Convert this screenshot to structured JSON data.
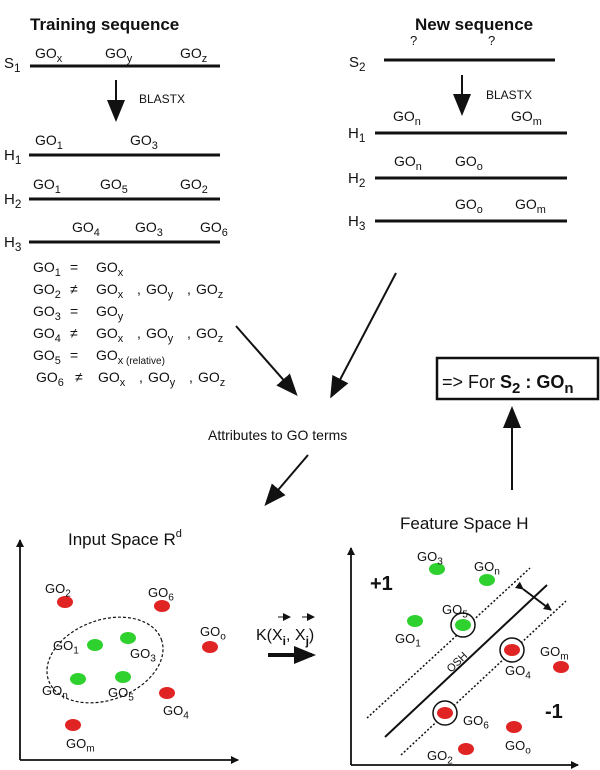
{
  "training": {
    "title": "Training sequence",
    "s_label": "S",
    "s_sub": "1",
    "s_terms": [
      {
        "b": "GO",
        "s": "x"
      },
      {
        "b": "GO",
        "s": "y"
      },
      {
        "b": "GO",
        "s": "z"
      }
    ],
    "method": "BLASTX",
    "hits": [
      {
        "label": "H",
        "sub": "1",
        "terms": [
          {
            "b": "GO",
            "s": "1"
          },
          {
            "b": "GO",
            "s": "3"
          }
        ]
      },
      {
        "label": "H",
        "sub": "2",
        "terms": [
          {
            "b": "GO",
            "s": "1"
          },
          {
            "b": "GO",
            "s": "5"
          },
          {
            "b": "GO",
            "s": "2"
          }
        ]
      },
      {
        "label": "H",
        "sub": "3",
        "terms": [
          {
            "b": "GO",
            "s": "4"
          },
          {
            "b": "GO",
            "s": "3"
          },
          {
            "b": "GO",
            "s": "6"
          }
        ]
      }
    ],
    "relations": [
      {
        "lhs": "1",
        "op": "=",
        "rhs": "GOx",
        "color": "#2ed12e"
      },
      {
        "lhs": "2",
        "op": "≠",
        "rhs": "GOx, GOy, GOz",
        "color": "#e02424"
      },
      {
        "lhs": "3",
        "op": "=",
        "rhs": "GOy",
        "color": "#2ed12e"
      },
      {
        "lhs": "4",
        "op": "≠",
        "rhs": "GOx, GOy, GOz",
        "color": "#e02424"
      },
      {
        "lhs": "5",
        "op": "=",
        "rhs": "GOx (relative)",
        "color": "#2ed12e"
      },
      {
        "lhs": "6",
        "op": "≠",
        "rhs": "GOx, GOy, GOz",
        "color": "#e02424"
      }
    ]
  },
  "new": {
    "title": "New sequence",
    "s_label": "S",
    "s_sub": "2",
    "unknown": [
      "?",
      "?"
    ],
    "method": "BLASTX",
    "hits": [
      {
        "label": "H",
        "sub": "1",
        "terms": [
          {
            "b": "GO",
            "s": "n"
          },
          {
            "b": "GO",
            "s": "m"
          }
        ]
      },
      {
        "label": "H",
        "sub": "2",
        "terms": [
          {
            "b": "GO",
            "s": "n"
          },
          {
            "b": "GO",
            "s": "o"
          }
        ]
      },
      {
        "label": "H",
        "sub": "3",
        "terms": [
          {
            "b": "GO",
            "s": "o"
          },
          {
            "b": "GO",
            "s": "m"
          }
        ]
      }
    ]
  },
  "middle": {
    "attributes_label": "Attributes to GO terms"
  },
  "result": {
    "prefix": "=> For ",
    "seq": "S",
    "seq_sub": "2",
    "sep": " : ",
    "go": "GO",
    "go_sub": "n"
  },
  "kernel": {
    "label": "K(X",
    "i": "i",
    "j": "j"
  },
  "input_space": {
    "title": "Input Space R",
    "sup": "d",
    "points": [
      {
        "name": "2",
        "class": "neg"
      },
      {
        "name": "6",
        "class": "neg"
      },
      {
        "name": "1",
        "class": "pos"
      },
      {
        "name": "3",
        "class": "pos"
      },
      {
        "name": "o",
        "class": "neg"
      },
      {
        "name": "n",
        "class": "pos"
      },
      {
        "name": "5",
        "class": "pos"
      },
      {
        "name": "4",
        "class": "neg"
      },
      {
        "name": "m",
        "class": "neg"
      }
    ]
  },
  "feature_space": {
    "title": "Feature Space H",
    "pos_label": "+1",
    "neg_label": "-1",
    "hyperplane_label": "OSH",
    "points": [
      {
        "name": "3",
        "class": "pos",
        "sv": false
      },
      {
        "name": "n",
        "class": "pos",
        "sv": false
      },
      {
        "name": "5",
        "class": "pos",
        "sv": true
      },
      {
        "name": "1",
        "class": "pos",
        "sv": false
      },
      {
        "name": "4",
        "class": "neg",
        "sv": true
      },
      {
        "name": "m",
        "class": "neg",
        "sv": false
      },
      {
        "name": "6",
        "class": "neg",
        "sv": true
      },
      {
        "name": "o",
        "class": "neg",
        "sv": false
      },
      {
        "name": "2",
        "class": "neg",
        "sv": false
      }
    ]
  },
  "colors": {
    "positive": "#2ed12e",
    "negative": "#e02424",
    "ink": "#111111"
  }
}
